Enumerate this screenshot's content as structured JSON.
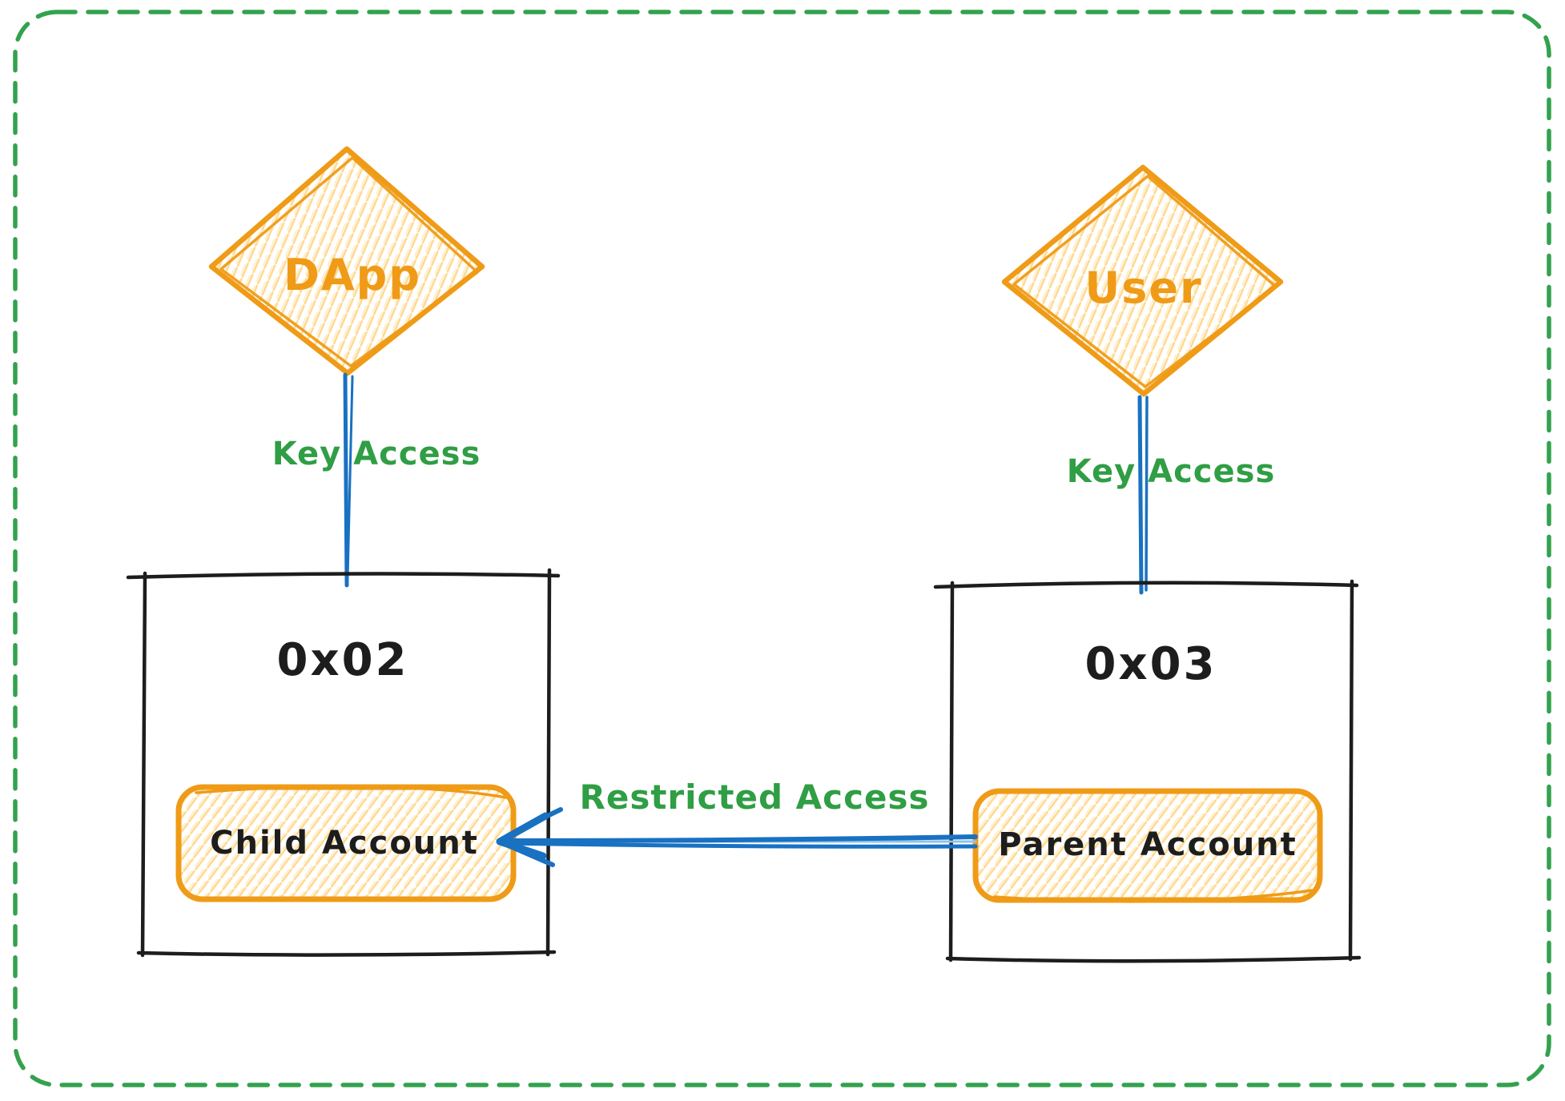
{
  "colors": {
    "orange": "#ef9b17",
    "hatch": "#ffd98f",
    "hatch_light": "#ffeac2",
    "blue": "#1971c2",
    "blue_light": "#8ec4ea",
    "green": "#2f9e44",
    "border_green": "#33a24e",
    "ink": "#1d1d1d",
    "bg": "#ffffff"
  },
  "diagram": {
    "actors": [
      {
        "label": "DApp"
      },
      {
        "label": "User"
      }
    ],
    "containers": [
      {
        "title": "0x02",
        "account": "Child Account"
      },
      {
        "title": "0x03",
        "account": "Parent Account"
      }
    ],
    "edges": [
      {
        "from": "DApp",
        "to": "0x02",
        "label": "Key Access"
      },
      {
        "from": "User",
        "to": "0x03",
        "label": "Key Access"
      },
      {
        "from": "Parent Account",
        "to": "Child Account",
        "label": "Restricted Access"
      }
    ]
  }
}
